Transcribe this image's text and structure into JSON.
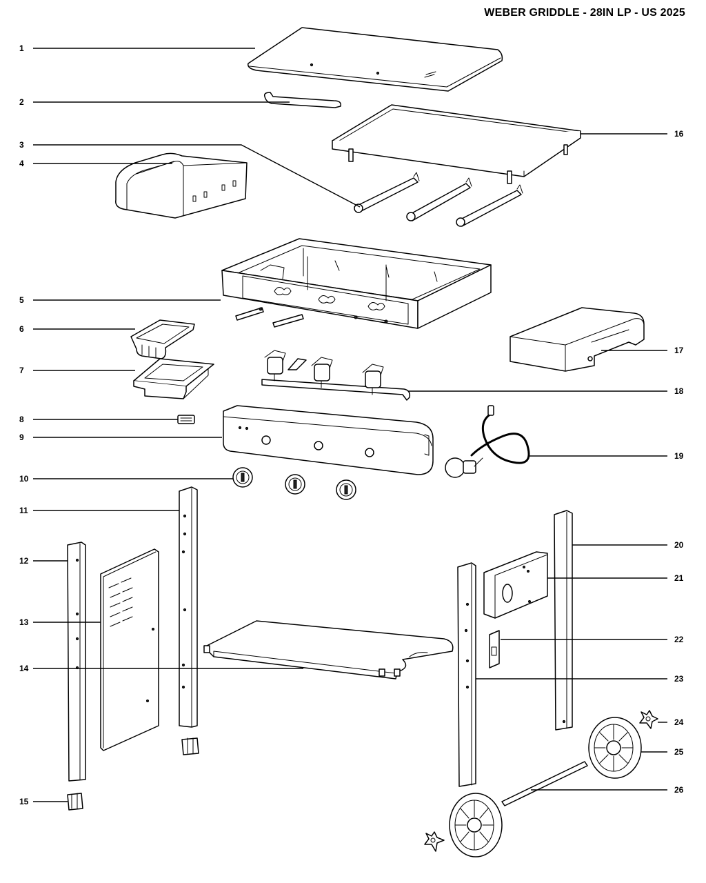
{
  "title": "WEBER GRIDDLE - 28IN LP - US 2025",
  "callouts": {
    "c1": "1",
    "c2": "2",
    "c3": "3",
    "c4": "4",
    "c5": "5",
    "c6": "6",
    "c7": "7",
    "c8": "8",
    "c9": "9",
    "c10": "10",
    "c11": "11",
    "c12": "12",
    "c13": "13",
    "c14": "14",
    "c15": "15",
    "c16": "16",
    "c17": "17",
    "c18": "18",
    "c19": "19",
    "c20": "20",
    "c21": "21",
    "c22": "22",
    "c23": "23",
    "c24": "24",
    "c25": "25",
    "c26": "26"
  }
}
